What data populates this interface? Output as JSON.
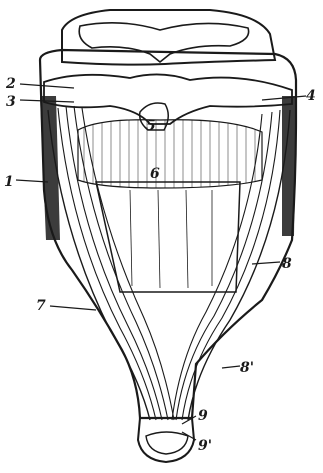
{
  "figure": {
    "ink_color": "#1a1a1a",
    "paper_color": "#ffffff",
    "labels": {
      "l1": "1",
      "l2": "2",
      "l3": "3",
      "l4": "4",
      "l5": "5",
      "l6": "6",
      "l7": "7",
      "l8": "8",
      "l8p": "8'",
      "l9": "9",
      "l9p": "9'"
    }
  }
}
